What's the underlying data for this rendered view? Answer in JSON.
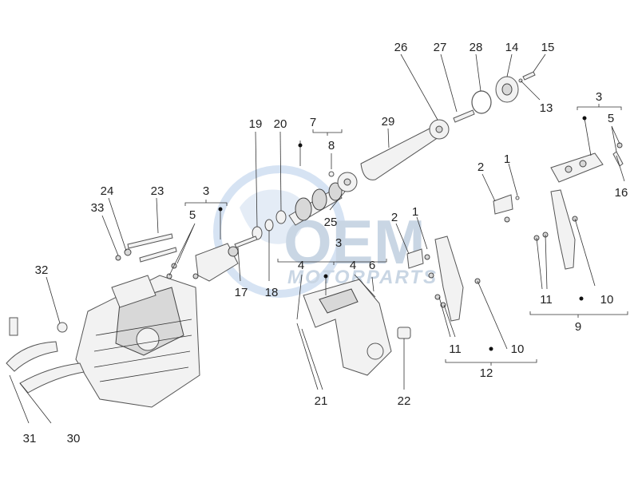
{
  "watermark": {
    "brand": "OEM",
    "tagline": "MOTORPARTS",
    "color": "#b8c9dc",
    "globe_color": "#c9daf0"
  },
  "callouts": {
    "c1a": "1",
    "c1b": "1",
    "c2a": "2",
    "c2b": "2",
    "c3a": "3",
    "c3b": "3",
    "c3c": "3",
    "c4a": "4",
    "c4b": "4",
    "c5a": "5",
    "c5b": "5",
    "c6": "6",
    "c7": "7",
    "c8": "8",
    "c9": "9",
    "c10a": "10",
    "c10b": "10",
    "c11a": "11",
    "c11b": "11",
    "c12": "12",
    "c13": "13",
    "c14": "14",
    "c15": "15",
    "c16": "16",
    "c17": "17",
    "c18": "18",
    "c19": "19",
    "c20": "20",
    "c21": "21",
    "c22": "22",
    "c23": "23",
    "c24": "24",
    "c25": "25",
    "c26": "26",
    "c27": "27",
    "c28": "28",
    "c29": "29",
    "c30": "30",
    "c31": "31",
    "c32": "32",
    "c33": "33"
  }
}
